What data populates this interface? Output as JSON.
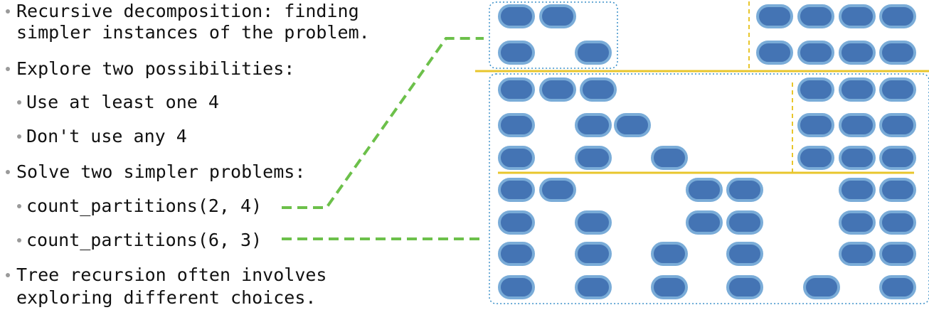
{
  "bullets": [
    {
      "level": 1,
      "lines": [
        "Recursive decomposition: finding",
        "simpler instances of the problem."
      ]
    },
    {
      "level": 1,
      "lines": [
        "Explore two possibilities:"
      ]
    },
    {
      "level": 2,
      "lines": [
        "Use at least one 4"
      ]
    },
    {
      "level": 2,
      "lines": [
        "Don't use any 4"
      ]
    },
    {
      "level": 1,
      "lines": [
        "Solve two simpler problems:"
      ]
    },
    {
      "level": 2,
      "lines": [
        "count_partitions(2, 4)"
      ]
    },
    {
      "level": 2,
      "lines": [
        "count_partitions(6, 3)"
      ]
    },
    {
      "level": 1,
      "lines": [
        "Tree recursion often involves",
        "exploring different choices."
      ]
    }
  ],
  "colors": {
    "text": "#111111",
    "bullet_dot": "#9a9a9a",
    "token_fill": "#4474b4",
    "token_stroke": "#7aacd8",
    "group_border": "#3a8fc8",
    "divider": "#e8c62c",
    "connector": "#6cc04a"
  },
  "partition_counts": {
    "count_partitions(2, 4)": 2,
    "count_partitions(6, 3)": 7,
    "partitions_of_6_shown": 9
  }
}
